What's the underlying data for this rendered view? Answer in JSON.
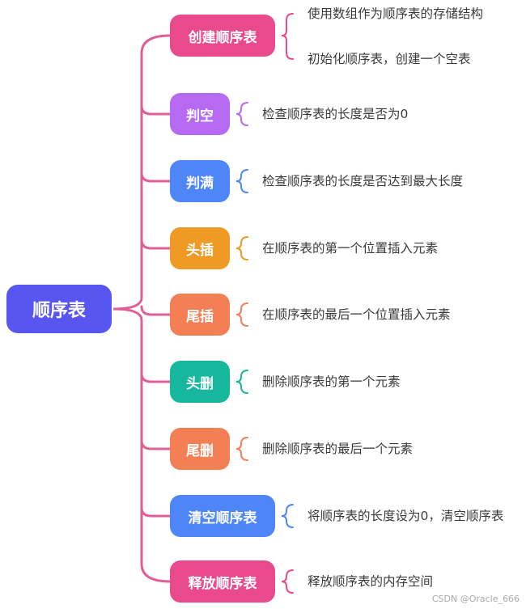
{
  "root": {
    "label": "顺序表",
    "color": "#5856f0"
  },
  "branch_color": "#df5e96",
  "nodes": [
    {
      "id": "create",
      "label": "创建顺序表",
      "color": "#e84a8c",
      "children": [
        "使用数组作为顺序表的存储结构",
        "初始化顺序表，创建一个空表"
      ]
    },
    {
      "id": "is-empty",
      "label": "判空",
      "color": "#b56af1",
      "children": [
        "检查顺序表的长度是否为0"
      ]
    },
    {
      "id": "is-full",
      "label": "判满",
      "color": "#4f86f7",
      "children": [
        "检查顺序表的长度是否达到最大长度"
      ]
    },
    {
      "id": "head-insert",
      "label": "头插",
      "color": "#f09a26",
      "children": [
        "在顺序表的第一个位置插入元素"
      ]
    },
    {
      "id": "tail-insert",
      "label": "尾插",
      "color": "#f47f55",
      "children": [
        "在顺序表的最后一个位置插入元素"
      ]
    },
    {
      "id": "head-delete",
      "label": "头删",
      "color": "#16b79d",
      "children": [
        "删除顺序表的第一个元素"
      ]
    },
    {
      "id": "tail-delete",
      "label": "尾删",
      "color": "#f47f55",
      "children": [
        "删除顺序表的最后一个元素"
      ]
    },
    {
      "id": "clear",
      "label": "清空顺序表",
      "color": "#4f86f7",
      "children": [
        "将顺序表的长度设为0，清空顺序表"
      ]
    },
    {
      "id": "release",
      "label": "释放顺序表",
      "color": "#e84a8c",
      "children": [
        "释放顺序表的内存空间"
      ]
    }
  ],
  "watermark": "CSDN @Oracle_666"
}
